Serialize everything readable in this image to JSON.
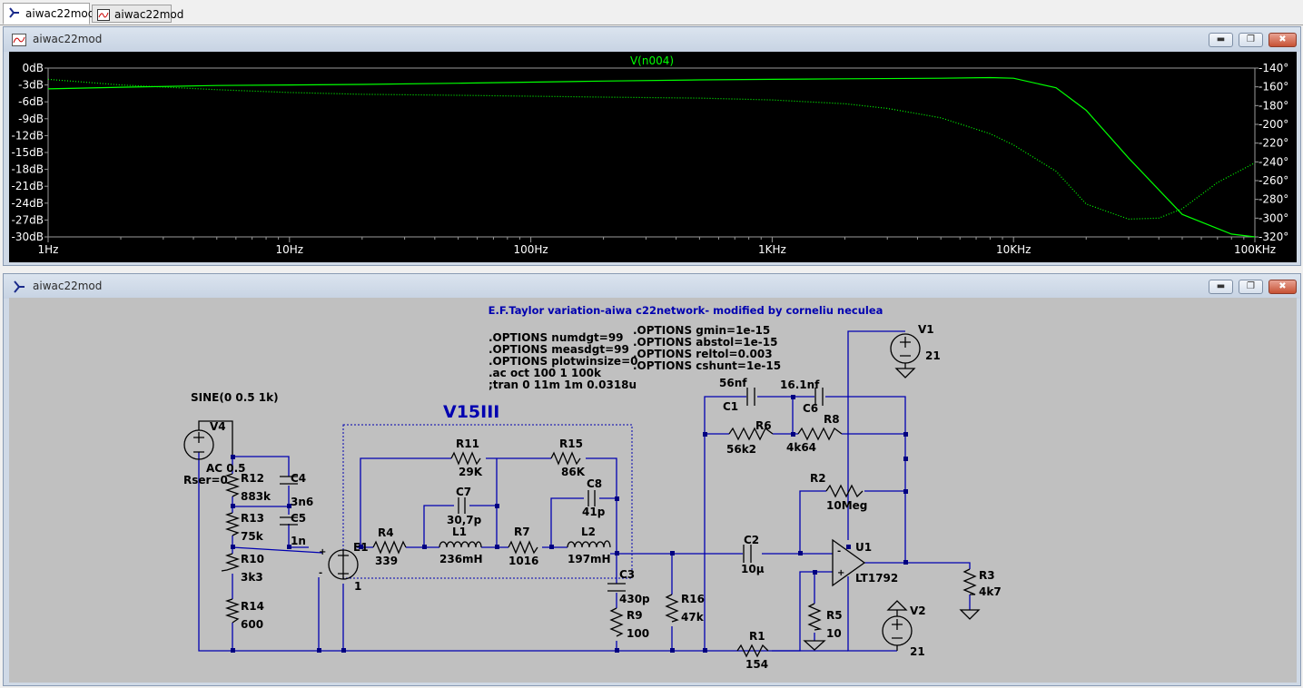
{
  "tabs": [
    {
      "label": "aiwac22mod",
      "icon": "schematic-icon",
      "active": true
    },
    {
      "label": "aiwac22mod",
      "icon": "waveform-icon",
      "active": false
    }
  ],
  "plot_window": {
    "title": "aiwac22mod"
  },
  "schematic_window": {
    "title": "aiwac22mod"
  },
  "window_buttons": {
    "minimize": "▬",
    "restore": "❐",
    "close": "✖"
  },
  "chart_data": {
    "type": "line",
    "title": "V(n004)",
    "x_scale": "log",
    "xlim": [
      1,
      100000
    ],
    "x_ticks": [
      "1Hz",
      "10Hz",
      "100Hz",
      "1KHz",
      "10KHz",
      "100KHz"
    ],
    "y_left_ticks": [
      "0dB",
      "-3dB",
      "-6dB",
      "-9dB",
      "-12dB",
      "-15dB",
      "-18dB",
      "-21dB",
      "-24dB",
      "-27dB",
      "-30dB"
    ],
    "y_left_lim": [
      -30,
      0
    ],
    "y_right_ticks": [
      "-140°",
      "-160°",
      "-180°",
      "-200°",
      "-220°",
      "-240°",
      "-260°",
      "-280°",
      "-300°",
      "-320°"
    ],
    "y_right_lim": [
      -320,
      -140
    ],
    "series": [
      {
        "name": "magnitude",
        "unit": "dB",
        "style": "solid",
        "color": "#00ff00",
        "x": [
          1,
          2,
          5,
          10,
          20,
          50,
          100,
          200,
          500,
          1000,
          2000,
          5000,
          8000,
          10000,
          15000,
          20000,
          30000,
          50000,
          80000,
          100000
        ],
        "y": [
          -3.7,
          -3.4,
          -3.1,
          -3.0,
          -2.9,
          -2.7,
          -2.5,
          -2.3,
          -2.1,
          -2.0,
          -1.9,
          -1.8,
          -1.7,
          -1.8,
          -3.5,
          -7.5,
          -16,
          -26,
          -29.5,
          -30
        ]
      },
      {
        "name": "phase",
        "unit": "deg",
        "style": "dotted",
        "color": "#00ff00",
        "x": [
          1,
          2,
          5,
          10,
          20,
          50,
          100,
          200,
          500,
          1000,
          2000,
          3000,
          5000,
          8000,
          10000,
          15000,
          20000,
          30000,
          40000,
          50000,
          70000,
          100000
        ],
        "y": [
          -152,
          -158,
          -163,
          -166,
          -168,
          -169,
          -170,
          -171,
          -172,
          -174,
          -178,
          -183,
          -193,
          -210,
          -222,
          -250,
          -285,
          -301,
          -300,
          -290,
          -262,
          -241
        ]
      }
    ]
  },
  "schematic": {
    "title": "E.F.Taylor variation-aiwa c22network- modified by corneliu neculea",
    "directives_left": [
      ".OPTIONS numdgt=99",
      ".OPTIONS measdgt=99",
      ".OPTIONS plotwinsize=0",
      " .ac oct 100 1 100k",
      ";tran 0 11m 1m 0.0318u"
    ],
    "directives_right": [
      ".OPTIONS gmin=1e-15",
      ".OPTIONS abstol=1e-15",
      " .OPTIONS reltol=0.003",
      ".OPTIONS cshunt=1e-15"
    ],
    "block_label": "V15III",
    "source_spec": "SINE(0 0.5 1k)",
    "labels": [
      {
        "id": "V4",
        "text": "V4"
      },
      {
        "id": "ac",
        "text": "AC 0.5"
      },
      {
        "id": "rser",
        "text": "Rser=0"
      },
      {
        "id": "R12",
        "text": "R12"
      },
      {
        "id": "R12v",
        "text": "883k"
      },
      {
        "id": "R13",
        "text": "R13"
      },
      {
        "id": "R13v",
        "text": "75k"
      },
      {
        "id": "R10",
        "text": "R10"
      },
      {
        "id": "R10v",
        "text": "3k3"
      },
      {
        "id": "R14",
        "text": "R14"
      },
      {
        "id": "R14v",
        "text": "600"
      },
      {
        "id": "C4",
        "text": "C4"
      },
      {
        "id": "C4v",
        "text": "3n6"
      },
      {
        "id": "C5",
        "text": "C5"
      },
      {
        "id": "C5v",
        "text": "1n"
      },
      {
        "id": "E1",
        "text": "E1"
      },
      {
        "id": "E1g",
        "text": "1"
      },
      {
        "id": "R4",
        "text": "R4"
      },
      {
        "id": "R4v",
        "text": "339"
      },
      {
        "id": "R11",
        "text": "R11"
      },
      {
        "id": "R11v",
        "text": "29K"
      },
      {
        "id": "R15",
        "text": "R15"
      },
      {
        "id": "R15v",
        "text": "86K"
      },
      {
        "id": "C7",
        "text": "C7"
      },
      {
        "id": "C7v",
        "text": "30,7p"
      },
      {
        "id": "L1",
        "text": "L1"
      },
      {
        "id": "L1v",
        "text": "236mH"
      },
      {
        "id": "R7",
        "text": "R7"
      },
      {
        "id": "R7v",
        "text": "1016"
      },
      {
        "id": "C8",
        "text": "C8"
      },
      {
        "id": "C8v",
        "text": "41p"
      },
      {
        "id": "L2",
        "text": "L2"
      },
      {
        "id": "L2v",
        "text": "197mH"
      },
      {
        "id": "C3",
        "text": "C3"
      },
      {
        "id": "C3v",
        "text": "430p"
      },
      {
        "id": "R9",
        "text": "R9"
      },
      {
        "id": "R9v",
        "text": "100"
      },
      {
        "id": "R16",
        "text": "R16"
      },
      {
        "id": "R16v",
        "text": "47k"
      },
      {
        "id": "C1v",
        "text": "56nf"
      },
      {
        "id": "C1",
        "text": "C1"
      },
      {
        "id": "R6",
        "text": "R6"
      },
      {
        "id": "R6v",
        "text": "56k2"
      },
      {
        "id": "C6v",
        "text": "16.1nf"
      },
      {
        "id": "C6",
        "text": "C6"
      },
      {
        "id": "R8",
        "text": "R8"
      },
      {
        "id": "R8v",
        "text": "4k64"
      },
      {
        "id": "R2",
        "text": "R2"
      },
      {
        "id": "R2v",
        "text": "10Meg"
      },
      {
        "id": "C2",
        "text": "C2"
      },
      {
        "id": "C2v",
        "text": "10µ"
      },
      {
        "id": "R1",
        "text": "R1"
      },
      {
        "id": "R1v",
        "text": "154"
      },
      {
        "id": "R5",
        "text": "R5"
      },
      {
        "id": "R5v",
        "text": "10"
      },
      {
        "id": "U1",
        "text": "U1"
      },
      {
        "id": "U1v",
        "text": "LT1792"
      },
      {
        "id": "V1",
        "text": "V1"
      },
      {
        "id": "V1v",
        "text": "21"
      },
      {
        "id": "V2",
        "text": "V2"
      },
      {
        "id": "V2v",
        "text": "21"
      },
      {
        "id": "R3",
        "text": "R3"
      },
      {
        "id": "R3v",
        "text": "4k7"
      },
      {
        "id": "opminus",
        "text": "-"
      },
      {
        "id": "opplus",
        "text": "+"
      },
      {
        "id": "eplus",
        "text": "+"
      },
      {
        "id": "eminus",
        "text": "-"
      }
    ]
  }
}
